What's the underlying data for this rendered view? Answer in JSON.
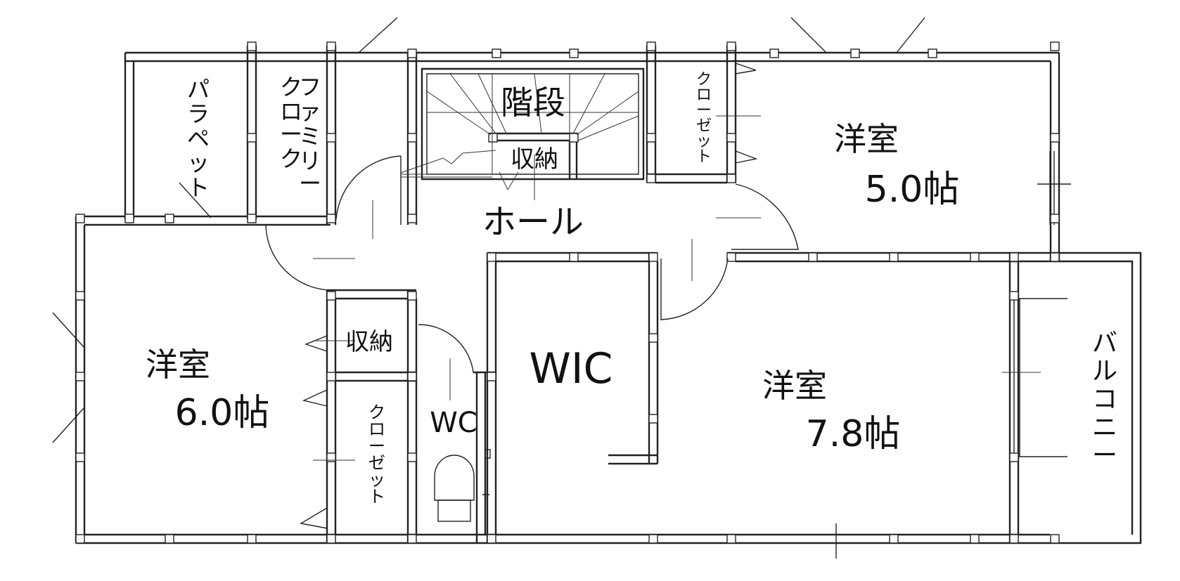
{
  "rooms": {
    "parapet": "パラペット",
    "family_cloak": [
      "ファミリー",
      "クローク"
    ],
    "stairs": "階段",
    "hall_storage": "収納",
    "closet_top": "クローゼット",
    "western_room_5": [
      "洋室",
      "5.0帖"
    ],
    "hall": "ホール",
    "western_room_6": [
      "洋室",
      "6.0帖"
    ],
    "storage_left": "収納",
    "closet_left": "クローゼット",
    "wc": "WC",
    "wic": "WIC",
    "western_room_78": [
      "洋室",
      "7.8帖"
    ],
    "balcony": "バルコニー"
  }
}
